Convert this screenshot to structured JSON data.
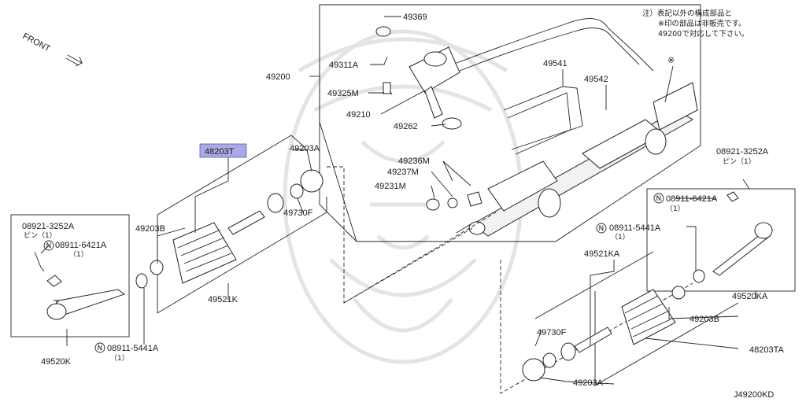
{
  "diagram": {
    "front_label": "FRONT",
    "drawing_code": "J49200KD",
    "note_lines": [
      "注）表記以外の構成部品と",
      "※印の部品は非販売です。",
      "49200で対応して下さい。"
    ],
    "asterisk": "※",
    "highlighted_part": "48203T",
    "labels": {
      "p49369": "49369",
      "p49311A": "49311A",
      "p49200": "49200",
      "p49325M": "49325M",
      "p49210": "49210",
      "p49262": "49262",
      "p49541": "49541",
      "p49542": "49542",
      "p49203A_top": "49203A",
      "p49236M": "49236M",
      "p49237M": "49237M",
      "p49231M": "49231M",
      "p49730F_left": "49730F",
      "p49203B_left": "49203B",
      "p49521K": "49521K",
      "left_pin": "08921-3252A",
      "left_pin_qty": "ピン（1）",
      "left_nut": "08911-6421A",
      "left_nut_qty": "（1）",
      "p49520K": "49520K",
      "left_bottom_nut": "08911-5441A",
      "left_bottom_nut_qty": "（1）",
      "right_pin": "08921-3252A",
      "right_pin_qty": "ピン（1）",
      "right_nut": "08911-6421A",
      "right_nut_qty": "（1）",
      "right_mid_nut": "08911-5441A",
      "right_mid_nut_qty": "（1）",
      "p49521KA": "49521KA",
      "p49520KA": "49520KA",
      "p49203B_right": "49203B",
      "p49730F_right": "49730F",
      "p48203TA": "48203TA",
      "p49203A_bottom": "49203A"
    }
  }
}
